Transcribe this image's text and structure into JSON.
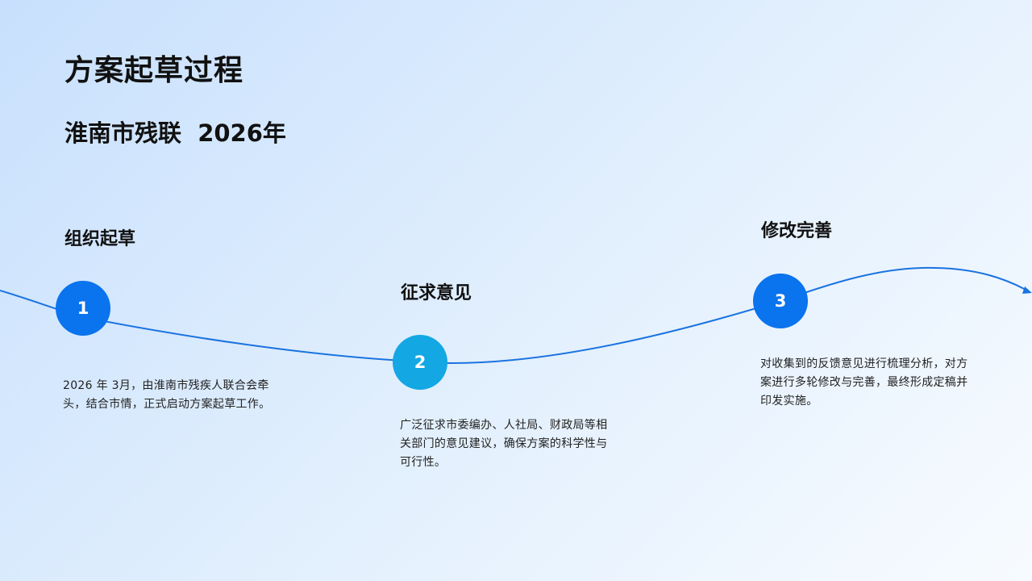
{
  "title": "方案起草过程",
  "subtitle": "淮南市残联  2026年",
  "colors": {
    "line": "#1a73e0",
    "marker_primary": "#0a73ee",
    "marker_secondary": "#13a7e4",
    "background_start": "#c8e0fd",
    "background_end": "#f7fbff"
  },
  "steps": [
    {
      "number": "1",
      "title": "组织起草",
      "description": "2026 年 3月，由淮南市残疾人联合会牵头，结合市情，正式启动方案起草工作。"
    },
    {
      "number": "2",
      "title": "征求意见",
      "description": "广泛征求市委编办、人社局、财政局等相关部门的意见建议，确保方案的科学性与可行性。"
    },
    {
      "number": "3",
      "title": "修改完善",
      "description": "对收集到的反馈意见进行梳理分析，对方案进行多轮修改与完善，最终形成定稿并印发实施。"
    }
  ]
}
